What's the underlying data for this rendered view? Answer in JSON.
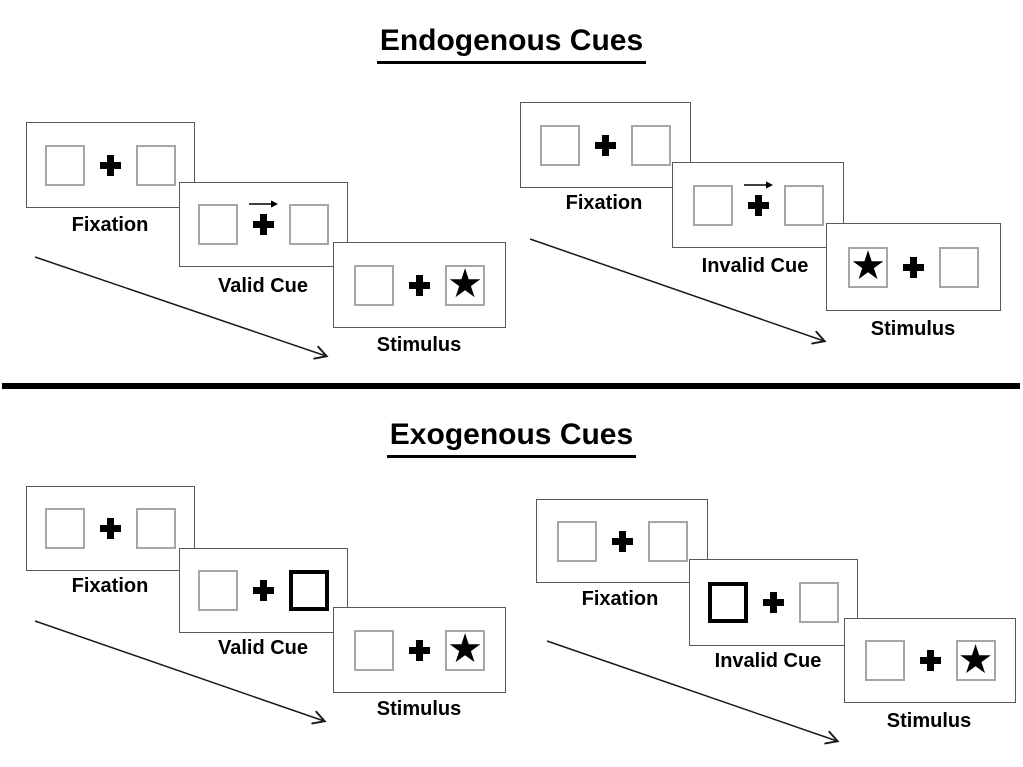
{
  "diagram": "attention-cueing-paradigm",
  "glyphs": {
    "star": "★"
  },
  "colors": {
    "panel_border": "#595959",
    "box_border": "#a6a6a6",
    "ink": "#000000",
    "background": "#ffffff"
  },
  "sections": [
    {
      "id": "endogenous",
      "title": "Endogenous Cues",
      "groups": [
        {
          "id": "endogenous-valid",
          "cue_type": "central-arrow",
          "star_side": "right",
          "trials": [
            {
              "label": "Fixation"
            },
            {
              "label": "Valid Cue"
            },
            {
              "label": "Stimulus"
            }
          ]
        },
        {
          "id": "endogenous-invalid",
          "cue_type": "central-arrow",
          "star_side": "left",
          "trials": [
            {
              "label": "Fixation"
            },
            {
              "label": "Invalid Cue"
            },
            {
              "label": "Stimulus"
            }
          ]
        }
      ]
    },
    {
      "id": "exogenous",
      "title": "Exogenous Cues",
      "groups": [
        {
          "id": "exogenous-valid",
          "cue_type": "bold-box-right",
          "star_side": "right",
          "trials": [
            {
              "label": "Fixation"
            },
            {
              "label": "Valid Cue"
            },
            {
              "label": "Stimulus"
            }
          ]
        },
        {
          "id": "exogenous-invalid",
          "cue_type": "bold-box-left",
          "star_side": "right",
          "trials": [
            {
              "label": "Fixation"
            },
            {
              "label": "Invalid Cue"
            },
            {
              "label": "Stimulus"
            }
          ]
        }
      ]
    }
  ]
}
